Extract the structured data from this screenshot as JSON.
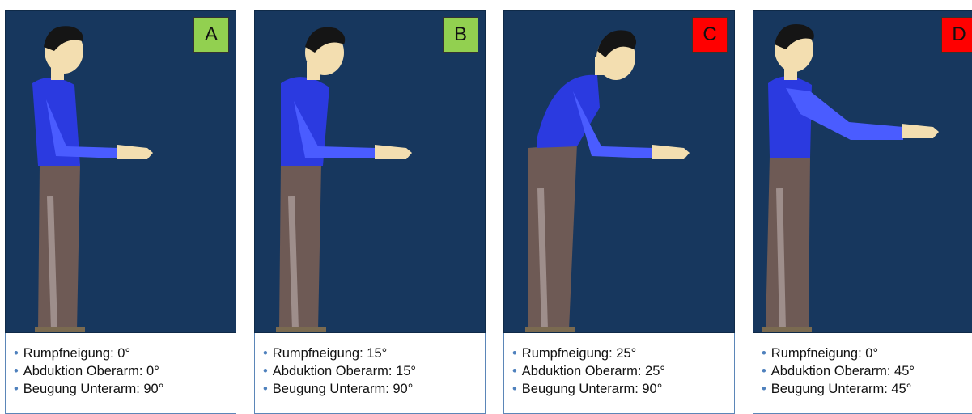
{
  "panels": [
    {
      "label": "A",
      "badge_color": "#92d050",
      "params": [
        "Rumpfneigung: 0°",
        "Abduktion Oberarm: 0°",
        "Beugung Unterarm: 90°"
      ]
    },
    {
      "label": "B",
      "badge_color": "#92d050",
      "params": [
        "Rumpfneigung: 15°",
        "Abduktion Oberarm: 15°",
        "Beugung Unterarm: 90°"
      ]
    },
    {
      "label": "C",
      "badge_color": "#ff0000",
      "params": [
        "Rumpfneigung: 25°",
        "Abduktion Oberarm: 25°",
        "Beugung Unterarm: 90°"
      ]
    },
    {
      "label": "D",
      "badge_color": "#ff0000",
      "params": [
        "Rumpfneigung: 0°",
        "Abduktion Oberarm: 45°",
        "Beugung Unterarm: 45°"
      ]
    }
  ],
  "colors": {
    "background": "#17375e",
    "shirt": "#2b3ae0",
    "pants": "#6e5a55",
    "skin": "#f3deb0",
    "hair": "#151515"
  },
  "icons": [
    "human-figure-icon"
  ]
}
